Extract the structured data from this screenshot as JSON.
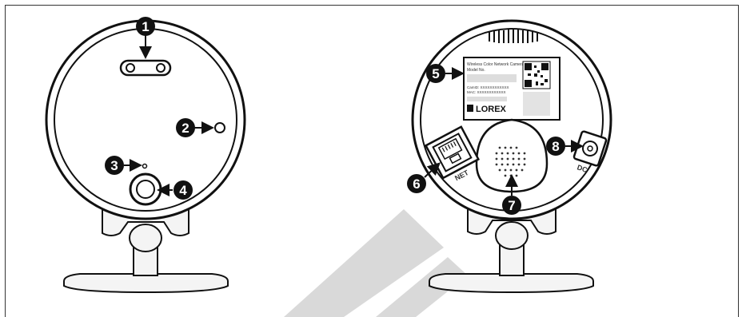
{
  "figure": {
    "callouts": [
      {
        "id": "1",
        "label": "1"
      },
      {
        "id": "2",
        "label": "2"
      },
      {
        "id": "3",
        "label": "3"
      },
      {
        "id": "4",
        "label": "4"
      },
      {
        "id": "5",
        "label": "5"
      },
      {
        "id": "6",
        "label": "6"
      },
      {
        "id": "7",
        "label": "7"
      },
      {
        "id": "8",
        "label": "8"
      }
    ],
    "back_label": {
      "heading": "Wireless Color Network Camera",
      "model_line": "Model No.",
      "cam_id": "CamID: XXXXXXXXXXXX",
      "mac": "MAC: XXXXXXXXXXXX",
      "brand": "LOREX"
    },
    "port_labels": {
      "net": "NET",
      "dc": "DC"
    }
  }
}
